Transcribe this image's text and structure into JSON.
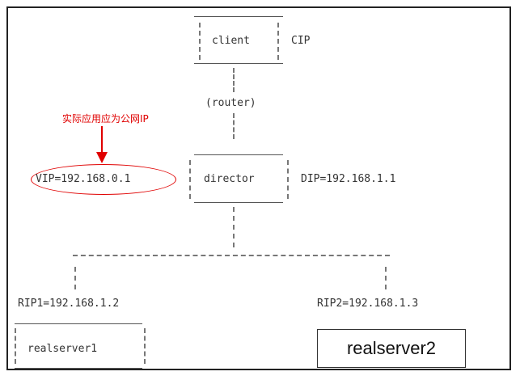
{
  "nodes": {
    "client": {
      "label": "client",
      "ip_label": "CIP"
    },
    "router": {
      "label": "(router)"
    },
    "director": {
      "label": "director",
      "vip": "VIP=192.168.0.1",
      "dip": "DIP=192.168.1.1"
    },
    "realserver1": {
      "label": "realserver1",
      "rip": "RIP1=192.168.1.2"
    },
    "realserver2": {
      "label": "realserver2",
      "rip": "RIP2=192.168.1.3"
    }
  },
  "annotation": {
    "text": "实际应用应为公网IP",
    "color": "#e00000"
  }
}
